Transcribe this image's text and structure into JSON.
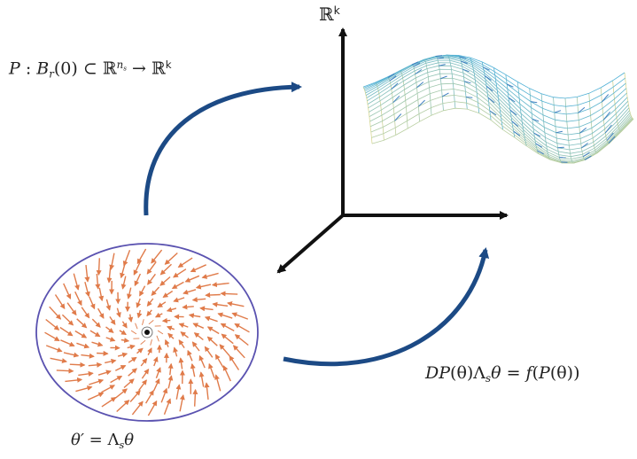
{
  "labels": {
    "codomain_symbol": "ℝ",
    "codomain_exponent": "k",
    "map_P": {
      "P": "P",
      "colon": ":",
      "B": "B",
      "r": "r",
      "zero": "(0)",
      "subset": "⊂",
      "R": "ℝ",
      "n": "n",
      "s": "s",
      "arrow": "→",
      "R2": "ℝ",
      "k": "k"
    },
    "invariance": {
      "DP": "DP",
      "theta1": "(θ)",
      "Lambda": "Λ",
      "s": "s",
      "theta2": "θ",
      "equals": "=",
      "f": "f",
      "paren_open": "(",
      "P": "P",
      "theta3": "(θ)",
      "paren_close": ")"
    },
    "linear_flow": {
      "theta_prime": "θ′",
      "equals": "=",
      "Lambda": "Λ",
      "s": "s",
      "theta": "θ"
    }
  },
  "colors": {
    "curved_arrow": "#1c4a85",
    "axes": "#111111",
    "disk_boundary": "#5a52b0",
    "vector_field": "#e07b4a",
    "surface_low": "#4fb0d6",
    "surface_high": "#e8dc8a",
    "surface_vectors": "#3f7fc0"
  }
}
